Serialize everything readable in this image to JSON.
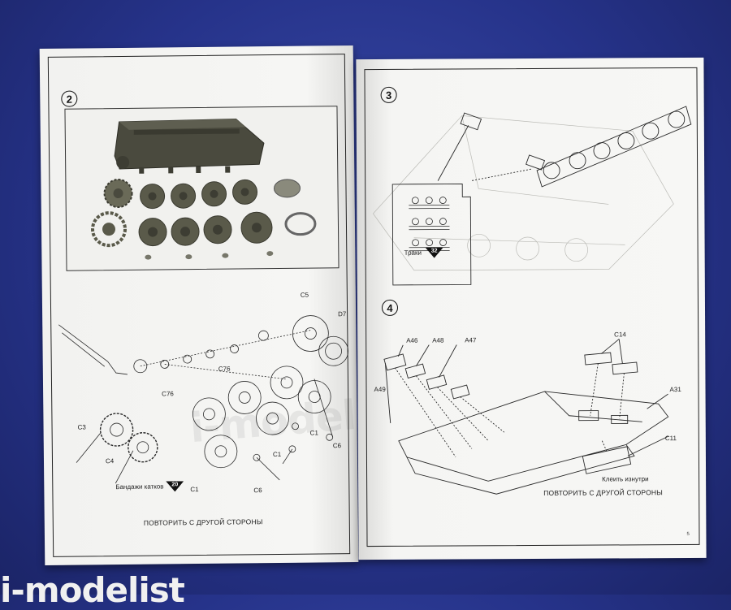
{
  "left_page": {
    "step_number": "2",
    "labels": {
      "c5": "C5",
      "d7": "D7",
      "c76_top": "C76",
      "c76_left": "C76",
      "c3": "C3",
      "c4": "C4",
      "c1_right": "C1",
      "c6_right": "C6",
      "c1_bottom": "C1",
      "c1_mid": "C1",
      "c6_bottom": "C6"
    },
    "tires_caption": "Бандажи катков",
    "tires_gauge": "20",
    "repeat_caption": "ПОВТОРИТЬ С ДРУГОЙ СТОРОНЫ"
  },
  "right_page": {
    "step3_number": "3",
    "tracks_caption": "Траки",
    "tracks_gauge": "32",
    "step4_number": "4",
    "labels": {
      "a46": "A46",
      "a48": "A48",
      "a47": "A47",
      "a49": "A49",
      "c14": "C14",
      "a31": "A31",
      "c11": "C11"
    },
    "glue_caption": "Клеить изнутри",
    "repeat_caption": "ПОВТОРИТЬ С ДРУГОЙ СТОРОНЫ",
    "page_number": "5"
  },
  "watermark": "i-modelist.ru",
  "corner_watermark": "i-modelist",
  "colors": {
    "background": "#26338a",
    "paper": "#f4f4f2",
    "ink": "#222222",
    "model_plastic": "#4a4a3e"
  }
}
